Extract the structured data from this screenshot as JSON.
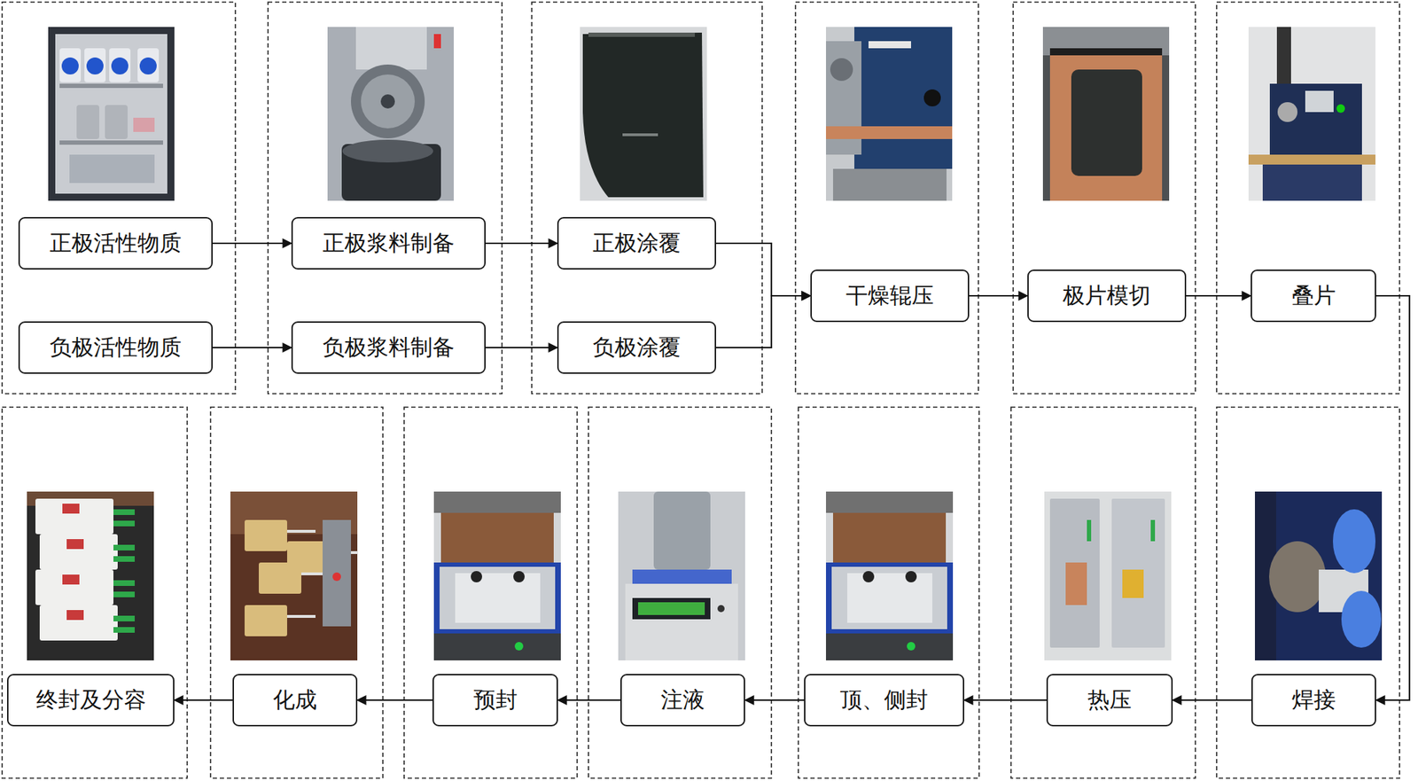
{
  "diagram": {
    "nodes": [
      {
        "text": [
          "正极活性物质"
        ]
      },
      {
        "text": [
          "负极活性物质"
        ]
      },
      {
        "text": [
          "正极浆料制备"
        ]
      },
      {
        "text": [
          "负极浆料制备"
        ]
      },
      {
        "text": [
          "正极涂覆"
        ]
      },
      {
        "text": [
          "负极涂覆"
        ]
      },
      {
        "text": [
          "干燥辊压"
        ]
      },
      {
        "text": [
          "极片模切"
        ]
      },
      {
        "text": [
          "叠片"
        ]
      },
      {
        "text": [
          "焊接"
        ]
      },
      {
        "text": [
          "热压"
        ]
      },
      {
        "text": [
          "顶、侧封"
        ]
      },
      {
        "text": [
          "注液"
        ]
      },
      {
        "text": [
          "预封"
        ]
      },
      {
        "text": [
          "化成"
        ]
      },
      {
        "text": [
          "终封及分容"
        ]
      }
    ],
    "edges": [
      {
        "from": 0,
        "to": 2,
        "arrow": "to"
      },
      {
        "from": 1,
        "to": 3,
        "arrow": "to"
      },
      {
        "from": 2,
        "to": 4,
        "arrow": "to"
      },
      {
        "from": 3,
        "to": 5,
        "arrow": "to"
      },
      {
        "from": 4,
        "to": 6,
        "arrow": "to"
      },
      {
        "from": 5,
        "to": 6,
        "arrow": "to"
      },
      {
        "from": 6,
        "to": 7,
        "arrow": "to"
      },
      {
        "from": 7,
        "to": 8,
        "arrow": "to"
      },
      {
        "from": 8,
        "to": 9,
        "arrow": "to"
      },
      {
        "from": 9,
        "to": 10,
        "arrow": "to"
      },
      {
        "from": 10,
        "to": 11,
        "arrow": "to"
      },
      {
        "from": 11,
        "to": 12,
        "arrow": "to"
      },
      {
        "from": 12,
        "to": 13,
        "arrow": "to"
      },
      {
        "from": 13,
        "to": 14,
        "arrow": "to"
      },
      {
        "from": 14,
        "to": 15,
        "arrow": "to"
      }
    ]
  }
}
